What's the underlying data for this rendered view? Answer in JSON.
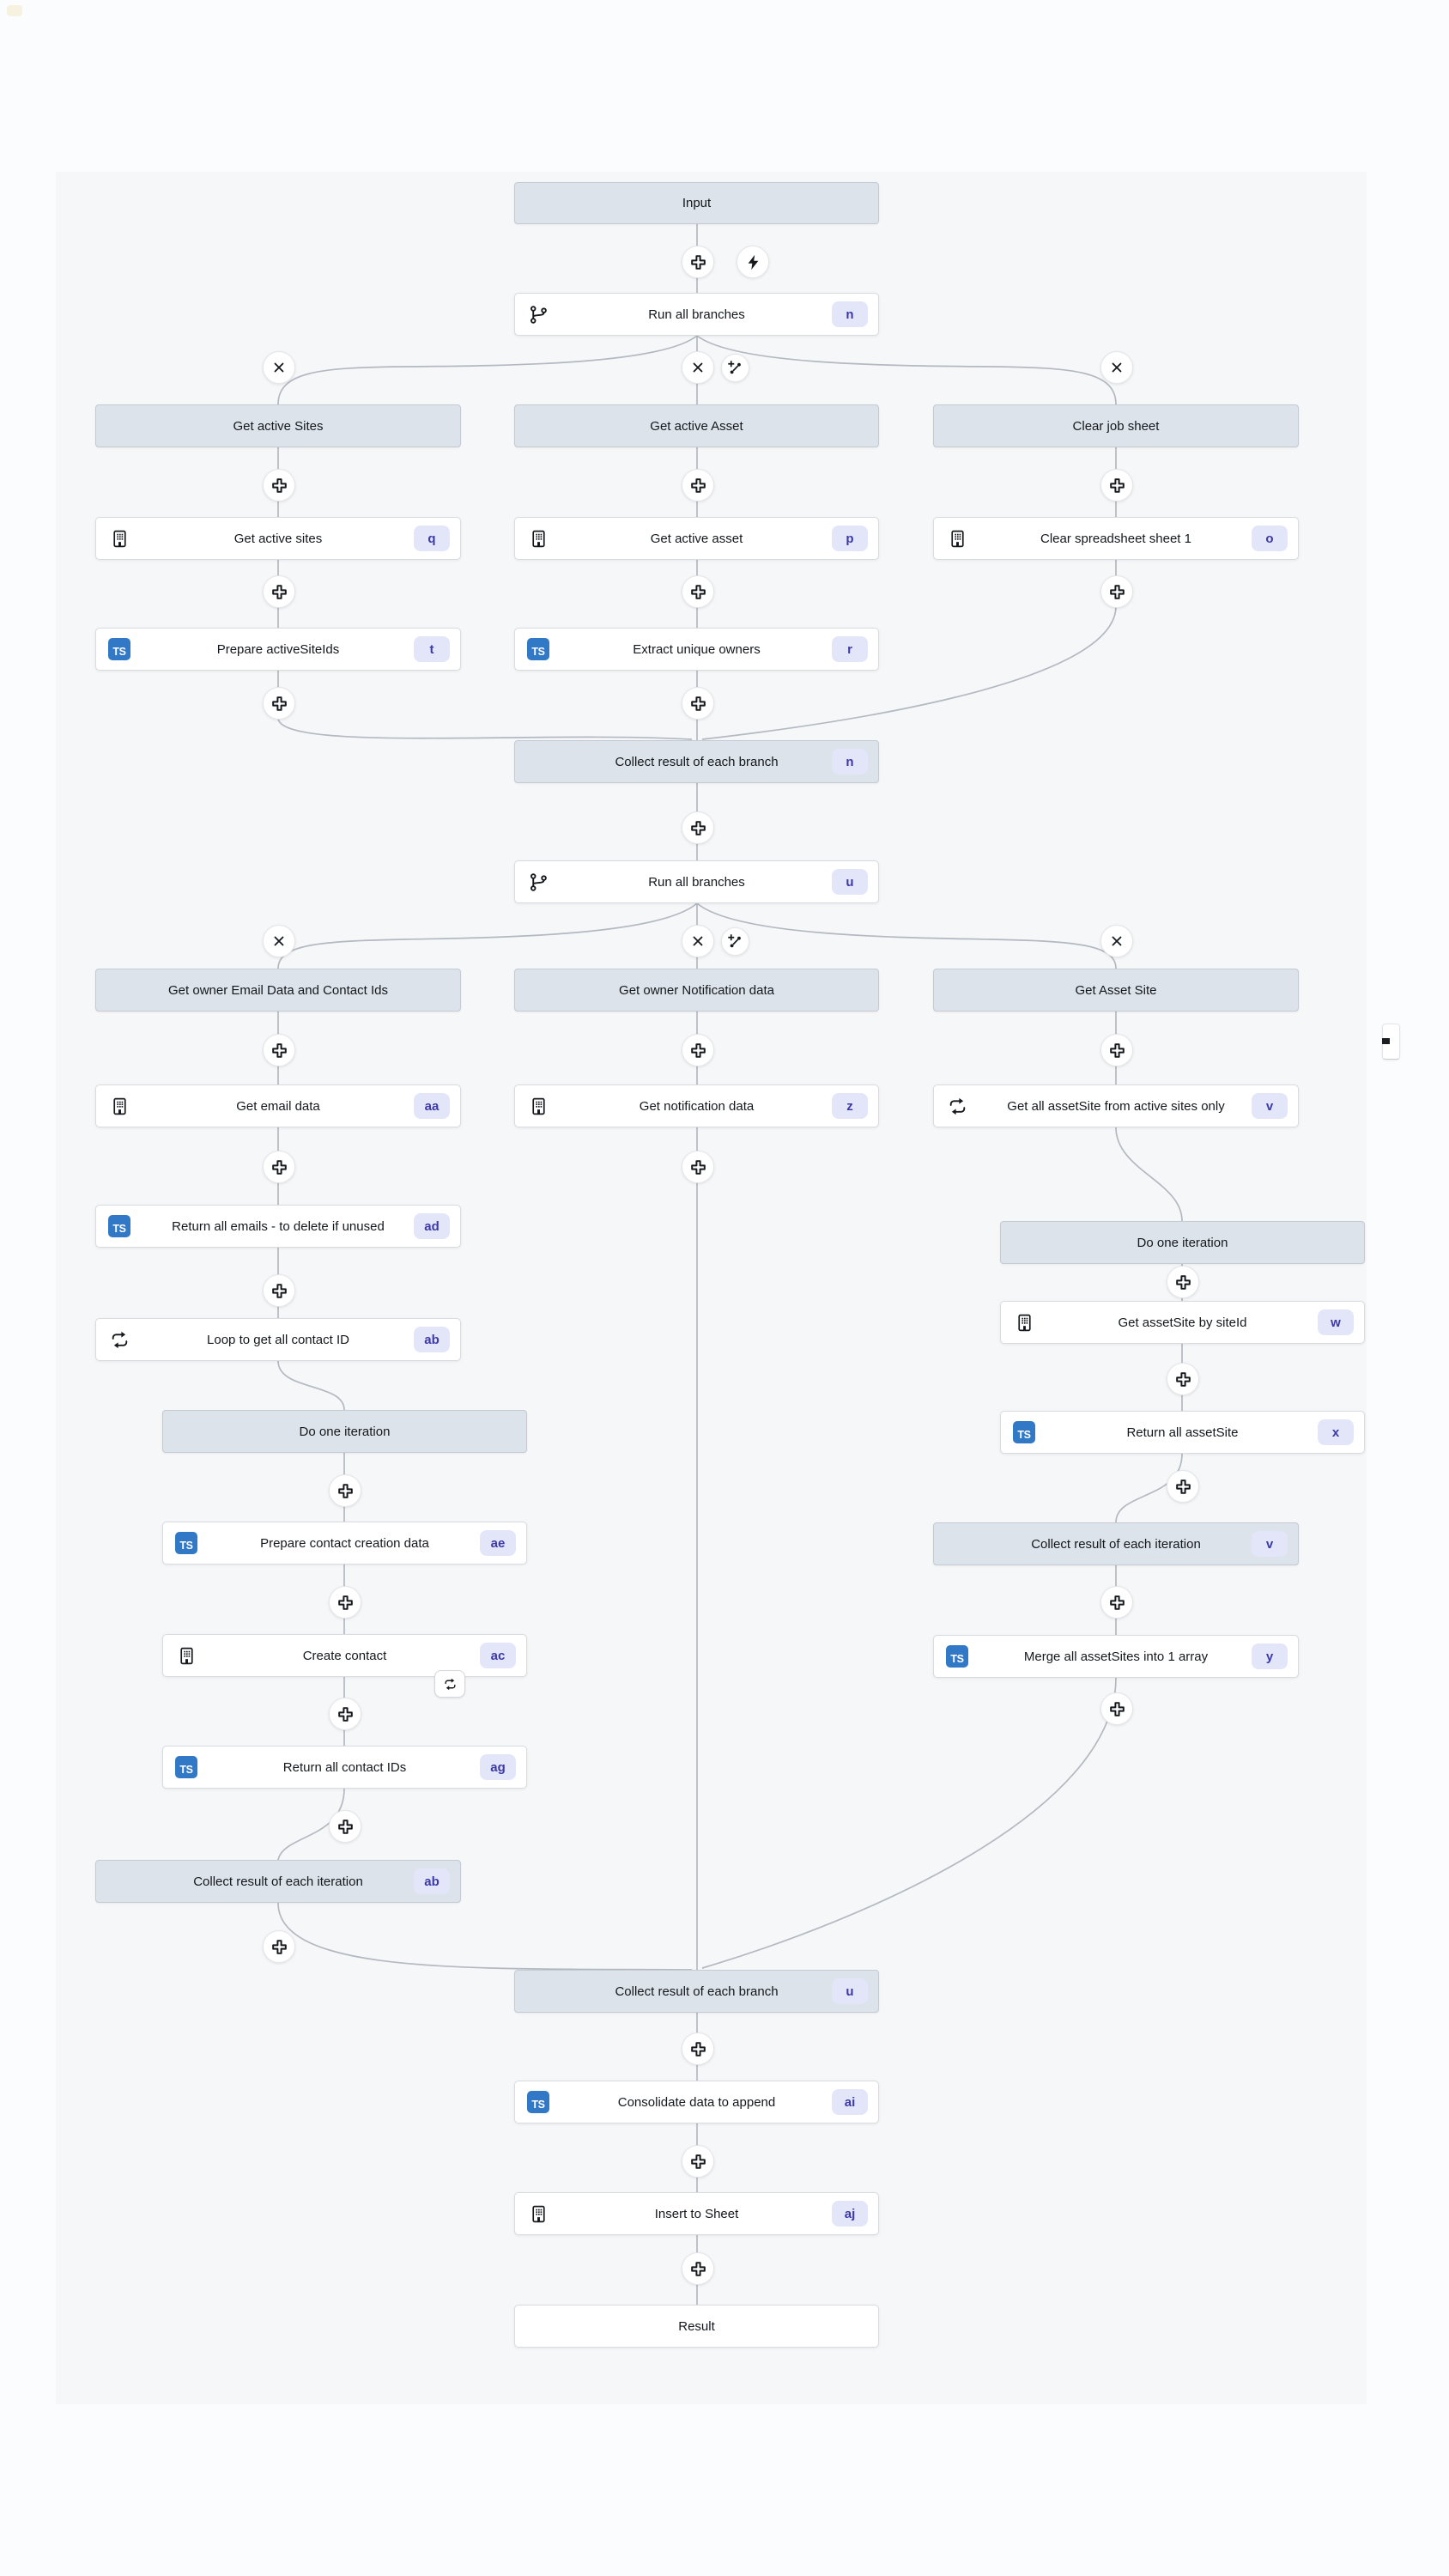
{
  "workflow": {
    "colors": {
      "badge_bg": "#e3e5f9",
      "badge_text": "#3d39a6",
      "typescript_blue": "#3178c6",
      "header_node_bg": "#dde3ea",
      "canvas_bg": "#f6f7f9",
      "edge_gray": "#b3b9c0"
    },
    "controls": {
      "add_step": "plus-icon",
      "delete_branch": "x-icon",
      "add_branch": "branch-plus-icon",
      "trigger": "lightning-icon",
      "loop_settings": "loop-icon"
    },
    "nodes": [
      {
        "id": "input",
        "kind": "hdr",
        "label": "Input"
      },
      {
        "id": "run-all-branches-1",
        "kind": "node",
        "icon": "git-branch",
        "label": "Run all branches",
        "badge": "n"
      },
      {
        "id": "hdr-get-active-sites",
        "kind": "hdr",
        "label": "Get active Sites"
      },
      {
        "id": "hdr-get-active-asset",
        "kind": "hdr",
        "label": "Get active Asset"
      },
      {
        "id": "hdr-clear-job-sheet",
        "kind": "hdr",
        "label": "Clear job sheet"
      },
      {
        "id": "get-active-sites",
        "kind": "node",
        "icon": "building",
        "label": "Get active sites",
        "badge": "q"
      },
      {
        "id": "get-active-asset",
        "kind": "node",
        "icon": "building",
        "label": "Get active asset",
        "badge": "p"
      },
      {
        "id": "clear-spreadsheet-sheet-1",
        "kind": "node",
        "icon": "building",
        "label": "Clear spreadsheet sheet 1",
        "badge": "o"
      },
      {
        "id": "prepare-activesiteids",
        "kind": "node",
        "icon": "ts",
        "label": "Prepare activeSiteIds",
        "badge": "t"
      },
      {
        "id": "extract-unique-owners",
        "kind": "node",
        "icon": "ts",
        "label": "Extract unique owners",
        "badge": "r"
      },
      {
        "id": "collect-branch-n",
        "kind": "hdr",
        "label": "Collect result of each branch",
        "badge": "n"
      },
      {
        "id": "run-all-branches-2",
        "kind": "node",
        "icon": "git-branch",
        "label": "Run all branches",
        "badge": "u"
      },
      {
        "id": "hdr-get-owner-email",
        "kind": "hdr",
        "label": "Get owner Email Data and Contact Ids"
      },
      {
        "id": "hdr-get-owner-notification",
        "kind": "hdr",
        "label": "Get owner Notification data"
      },
      {
        "id": "hdr-get-asset-site",
        "kind": "hdr",
        "label": "Get Asset Site"
      },
      {
        "id": "get-email-data",
        "kind": "node",
        "icon": "building",
        "label": "Get email data",
        "badge": "aa"
      },
      {
        "id": "get-notification-data",
        "kind": "node",
        "icon": "building",
        "label": "Get notification data",
        "badge": "z"
      },
      {
        "id": "get-all-assetsite",
        "kind": "node",
        "icon": "loop",
        "label": "Get all assetSite from active sites only",
        "badge": "v"
      },
      {
        "id": "return-all-emails",
        "kind": "node",
        "icon": "ts",
        "label": "Return all emails - to delete if unused",
        "badge": "ad"
      },
      {
        "id": "do-one-iteration-right",
        "kind": "hdr",
        "label": "Do one iteration"
      },
      {
        "id": "loop-to-get-all-contact-id",
        "kind": "node",
        "icon": "loop",
        "label": "Loop to get all contact ID",
        "badge": "ab"
      },
      {
        "id": "get-assetsite-by-siteid",
        "kind": "node",
        "icon": "building",
        "label": "Get assetSite by siteId",
        "badge": "w"
      },
      {
        "id": "return-all-assetsite",
        "kind": "node",
        "icon": "ts",
        "label": "Return all assetSite",
        "badge": "x"
      },
      {
        "id": "do-one-iteration-left",
        "kind": "hdr",
        "label": "Do one iteration"
      },
      {
        "id": "prepare-contact-creation-data",
        "kind": "node",
        "icon": "ts",
        "label": "Prepare contact creation data",
        "badge": "ae"
      },
      {
        "id": "create-contact",
        "kind": "node",
        "icon": "building",
        "label": "Create contact",
        "badge": "ac",
        "corner": "loop"
      },
      {
        "id": "return-all-contact-ids",
        "kind": "node",
        "icon": "ts",
        "label": "Return all contact IDs",
        "badge": "ag"
      },
      {
        "id": "collect-iteration-ab",
        "kind": "hdr",
        "label": "Collect result of each iteration",
        "badge": "ab"
      },
      {
        "id": "collect-iteration-v",
        "kind": "hdr",
        "label": "Collect result of each iteration",
        "badge": "v"
      },
      {
        "id": "merge-all-assetsites",
        "kind": "node",
        "icon": "ts",
        "label": "Merge all assetSites into 1 array",
        "badge": "y"
      },
      {
        "id": "collect-branch-u",
        "kind": "hdr",
        "label": "Collect result of each branch",
        "badge": "u"
      },
      {
        "id": "consolidate-data-to-append",
        "kind": "node",
        "icon": "ts",
        "label": "Consolidate data to append",
        "badge": "ai"
      },
      {
        "id": "insert-to-sheet",
        "kind": "node",
        "icon": "building",
        "label": "Insert to Sheet",
        "badge": "aj"
      },
      {
        "id": "result",
        "kind": "plain",
        "label": "Result"
      }
    ]
  }
}
